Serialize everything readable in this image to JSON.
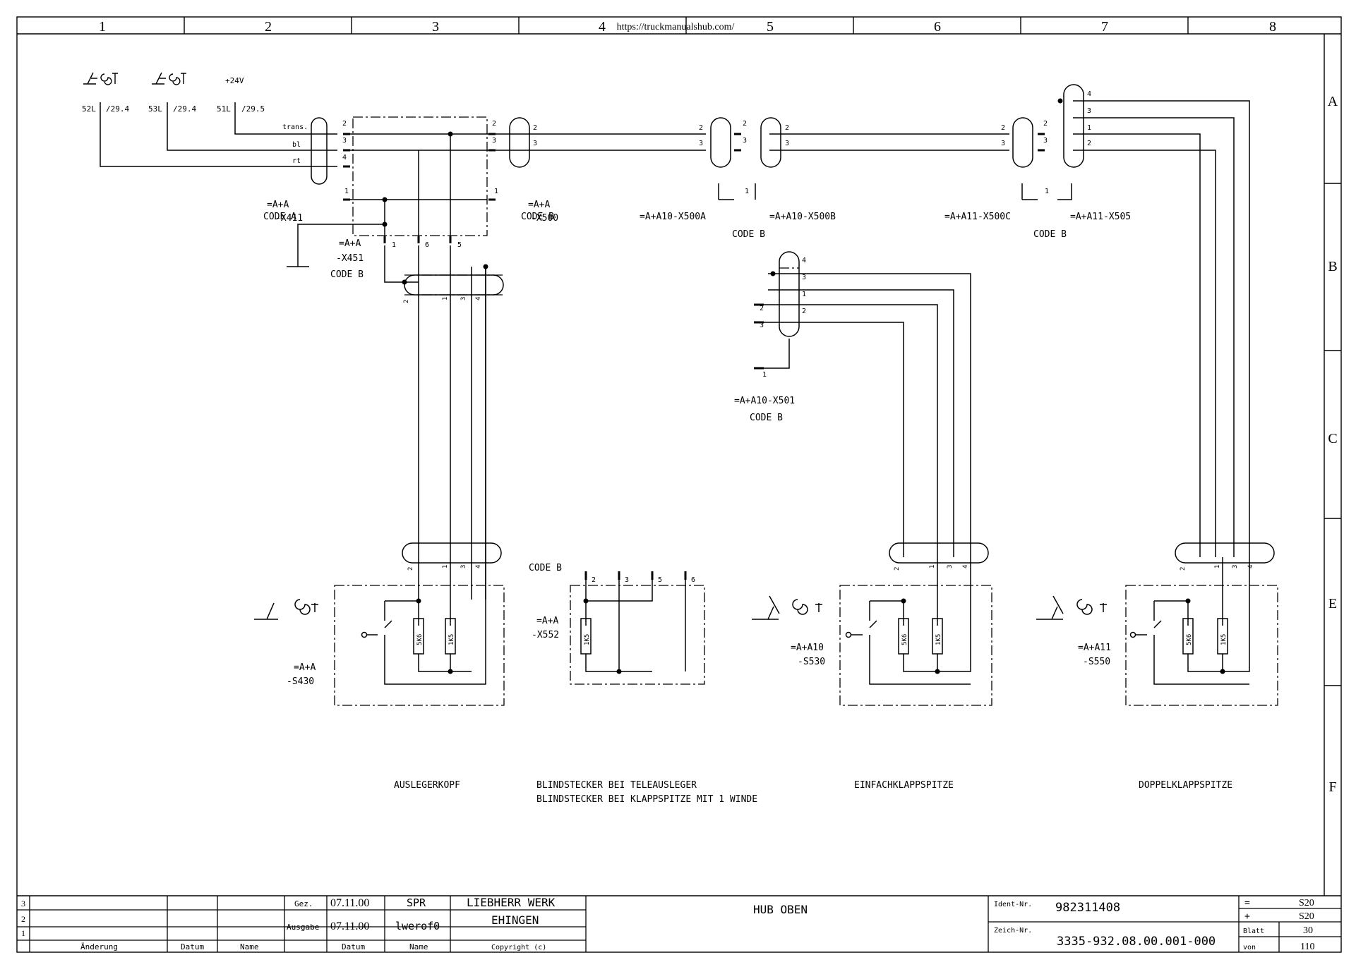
{
  "frame": {
    "columns": [
      "1",
      "2",
      "3",
      "4",
      "5",
      "6",
      "7",
      "8"
    ],
    "rows": [
      "A",
      "B",
      "C",
      "E",
      "F"
    ],
    "watermark": "https://truckmanualshub.com/"
  },
  "supply": {
    "signals": [
      {
        "wire": "52L",
        "ref": "/29.4"
      },
      {
        "wire": "53L",
        "ref": "/29.4"
      },
      {
        "wire": "51L",
        "ref": "/29.5"
      }
    ],
    "voltage": "+24V",
    "wire_colors": [
      "trans.",
      "bl",
      "rt"
    ]
  },
  "connectors": {
    "x411": {
      "designation": "=A+A",
      "tag": "-X411",
      "code": "CODE A"
    },
    "x451": {
      "designation": "=A+A",
      "tag": "-X451",
      "code": "CODE B"
    },
    "x500": {
      "designation": "=A+A",
      "tag": "-X500",
      "code": "CODE B"
    },
    "x500a": {
      "designation": "=A+A10-X500A"
    },
    "x500b": {
      "designation": "=A+A10-X500B",
      "code": "CODE B"
    },
    "x500c": {
      "designation": "=A+A11-X500C"
    },
    "x505": {
      "designation": "=A+A11-X505",
      "code": "CODE B"
    },
    "x501": {
      "designation": "=A+A10-X501",
      "code": "CODE B"
    },
    "x552": {
      "designation": "=A+A",
      "tag": "-X552",
      "code": "CODE B"
    }
  },
  "switches": {
    "s430": {
      "designation": "=A+A",
      "tag": "-S430"
    },
    "s530": {
      "designation": "=A+A10",
      "tag": "-S530"
    },
    "s550": {
      "designation": "=A+A11",
      "tag": "-S550"
    }
  },
  "resistors": [
    "5K6",
    "1K5"
  ],
  "captions": {
    "auslegerkopf": "AUSLEGERKOPF",
    "blind1": "BLINDSTECKER BEI TELEAUSLEGER",
    "blind2": "BLINDSTECKER BEI KLAPPSPITZE MIT 1 WINDE",
    "einfach": "EINFACHKLAPPSPITZE",
    "doppel": "DOPPELKLAPPSPITZE"
  },
  "title_block": {
    "revisions": [
      "3",
      "2",
      "1"
    ],
    "rev_headers": {
      "change": "Änderung",
      "date": "Datum",
      "name": "Name"
    },
    "gez_label": "Gez.",
    "gez_date": "07.11.00",
    "gez_name": "SPR",
    "ausgabe_label": "Ausgabe",
    "ausgabe_date": "07.11.00",
    "ausgabe_name": "lwerof0",
    "col_date": "Datum",
    "col_name": "Name",
    "company_line1": "LIEBHERR WERK",
    "company_line2": "EHINGEN",
    "copyright": "Copyright (c)",
    "title": "HUB OBEN",
    "ident_label": "Ident-Nr.",
    "ident_value": "982311408",
    "zeich_label": "Zeich-Nr.",
    "zeich_value": "3335-932.08.00.001-000",
    "eq_sign": "=",
    "eq_value": "S20",
    "plus_sign": "+",
    "plus_value": "S20",
    "blatt_label": "Blatt",
    "blatt_value": "30",
    "von_label": "von",
    "von_value": "110"
  }
}
